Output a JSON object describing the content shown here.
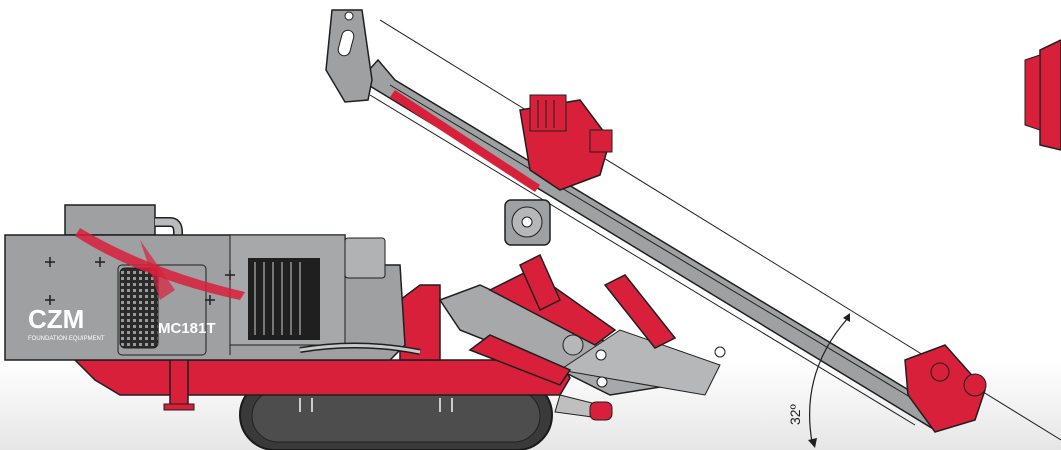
{
  "brand": {
    "logo_text": "CZM",
    "tagline": "FOUNDATION EQUIPMENT",
    "model": "MC181T"
  },
  "dimension": {
    "angle_label": "32º",
    "angle_value": 32
  },
  "colors": {
    "body_gray": "#9ea0a2",
    "accent_red": "#d8203a",
    "outline": "#1f1f1f",
    "track_dark": "#3a3a3a"
  }
}
